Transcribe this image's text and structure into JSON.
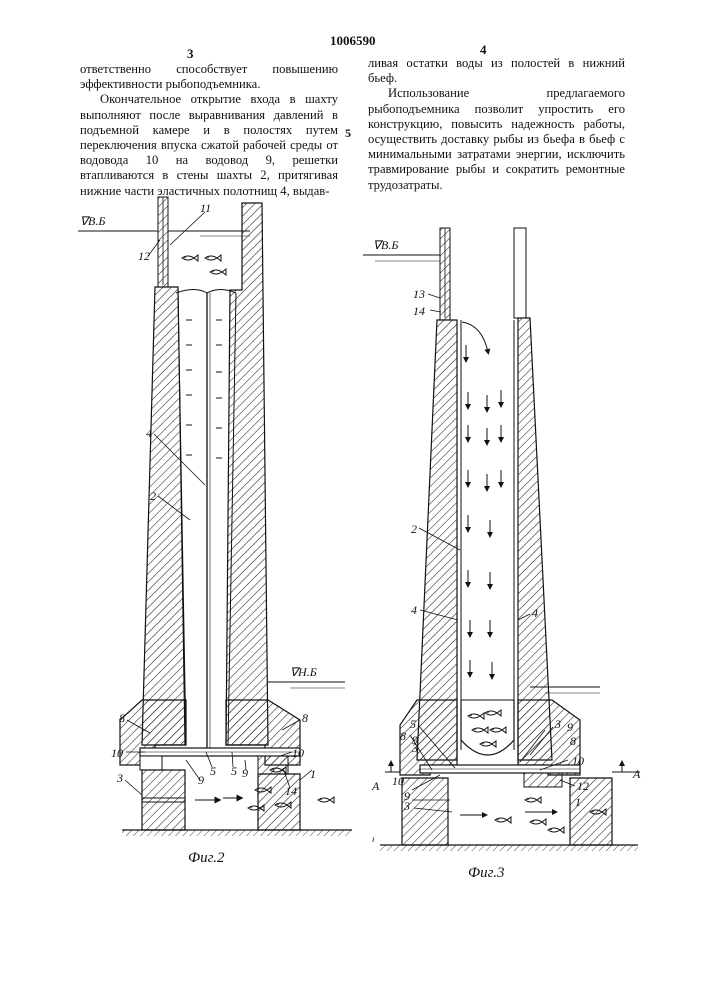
{
  "header": {
    "patent_number": "1006590",
    "left_page": "3",
    "right_page": "4",
    "line_marker_5": "5"
  },
  "left_column": {
    "paragraphs": [
      "ответственно способствует повышению эффективности рыбоподъемника.",
      "Окончательное открытие входа в шахту выполняют после выравнивания давлений в подъемной камере и в полостях путем переключения впуска сжатой рабочей среды от водовода 10 на водовод 9, решетки втапливаются в стены шахты 2, притягивая нижние части эластичных полотнищ 4, выдав-"
    ]
  },
  "right_column": {
    "paragraphs": [
      "ливая остатки воды из полостей в нижний бьеф.",
      "Использование предлагаемого рыбоподъемника позволит упростить его конструкцию, повысить надежность работы, осуществить доставку рыбы из бьефа в бьеф с минимальными затратами энергии, исключить травмирование рыбы и сократить ремонтные трудозатраты."
    ]
  },
  "figure2": {
    "caption": "Фиг.2",
    "water_upper": "∇В.Б",
    "water_lower": "∇Н.Б",
    "labels": [
      "11",
      "12",
      "4",
      "2",
      "8",
      "8",
      "10",
      "10",
      "3",
      "9",
      "5",
      "5",
      "9",
      "14",
      "1"
    ]
  },
  "figure3": {
    "caption": "Фиг.3",
    "water_upper": "∇В.Б",
    "section_left": "A",
    "section_right": "A",
    "labels": [
      "13",
      "14",
      "2",
      "4",
      "4",
      "8",
      "5",
      "9",
      "3",
      "10",
      "9",
      "3",
      "3",
      "9",
      "8",
      "10",
      "12",
      "1"
    ]
  }
}
